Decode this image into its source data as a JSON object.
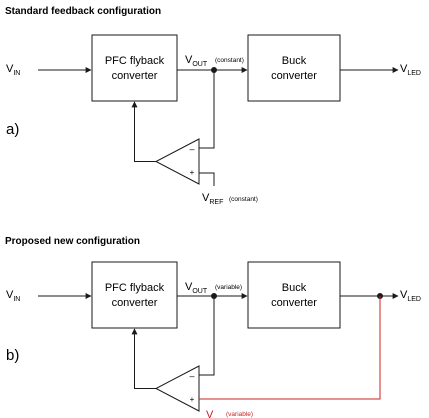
{
  "colors": {
    "line": "#1a1a1a",
    "proposed_feedback": "#cc2222"
  },
  "section_a": {
    "title": "Standard feedback configuration",
    "panel_label": "a)",
    "input": {
      "main": "V",
      "sub": "IN"
    },
    "block1": {
      "line1": "PFC flyback",
      "line2": "converter"
    },
    "vout": {
      "main": "V",
      "sub": "OUT",
      "note": "(constant)"
    },
    "block2": {
      "line1": "Buck",
      "line2": "converter"
    },
    "output": {
      "main": "V",
      "sub": "LED"
    },
    "opamp": {
      "minus": "–",
      "plus": "+"
    },
    "vref": {
      "main": "V",
      "sub": "REF",
      "note": "(constant)"
    }
  },
  "section_b": {
    "title": "Proposed new configuration",
    "panel_label": "b)",
    "input": {
      "main": "V",
      "sub": "IN"
    },
    "block1": {
      "line1": "PFC flyback",
      "line2": "converter"
    },
    "vout": {
      "main": "V",
      "sub": "OUT",
      "note": "(variable)"
    },
    "block2": {
      "line1": "Buck",
      "line2": "converter"
    },
    "output": {
      "main": "V",
      "sub": "LED"
    },
    "opamp": {
      "minus": "–",
      "plus": "+"
    },
    "vref": {
      "main": "V",
      "note": "(variable)"
    }
  }
}
